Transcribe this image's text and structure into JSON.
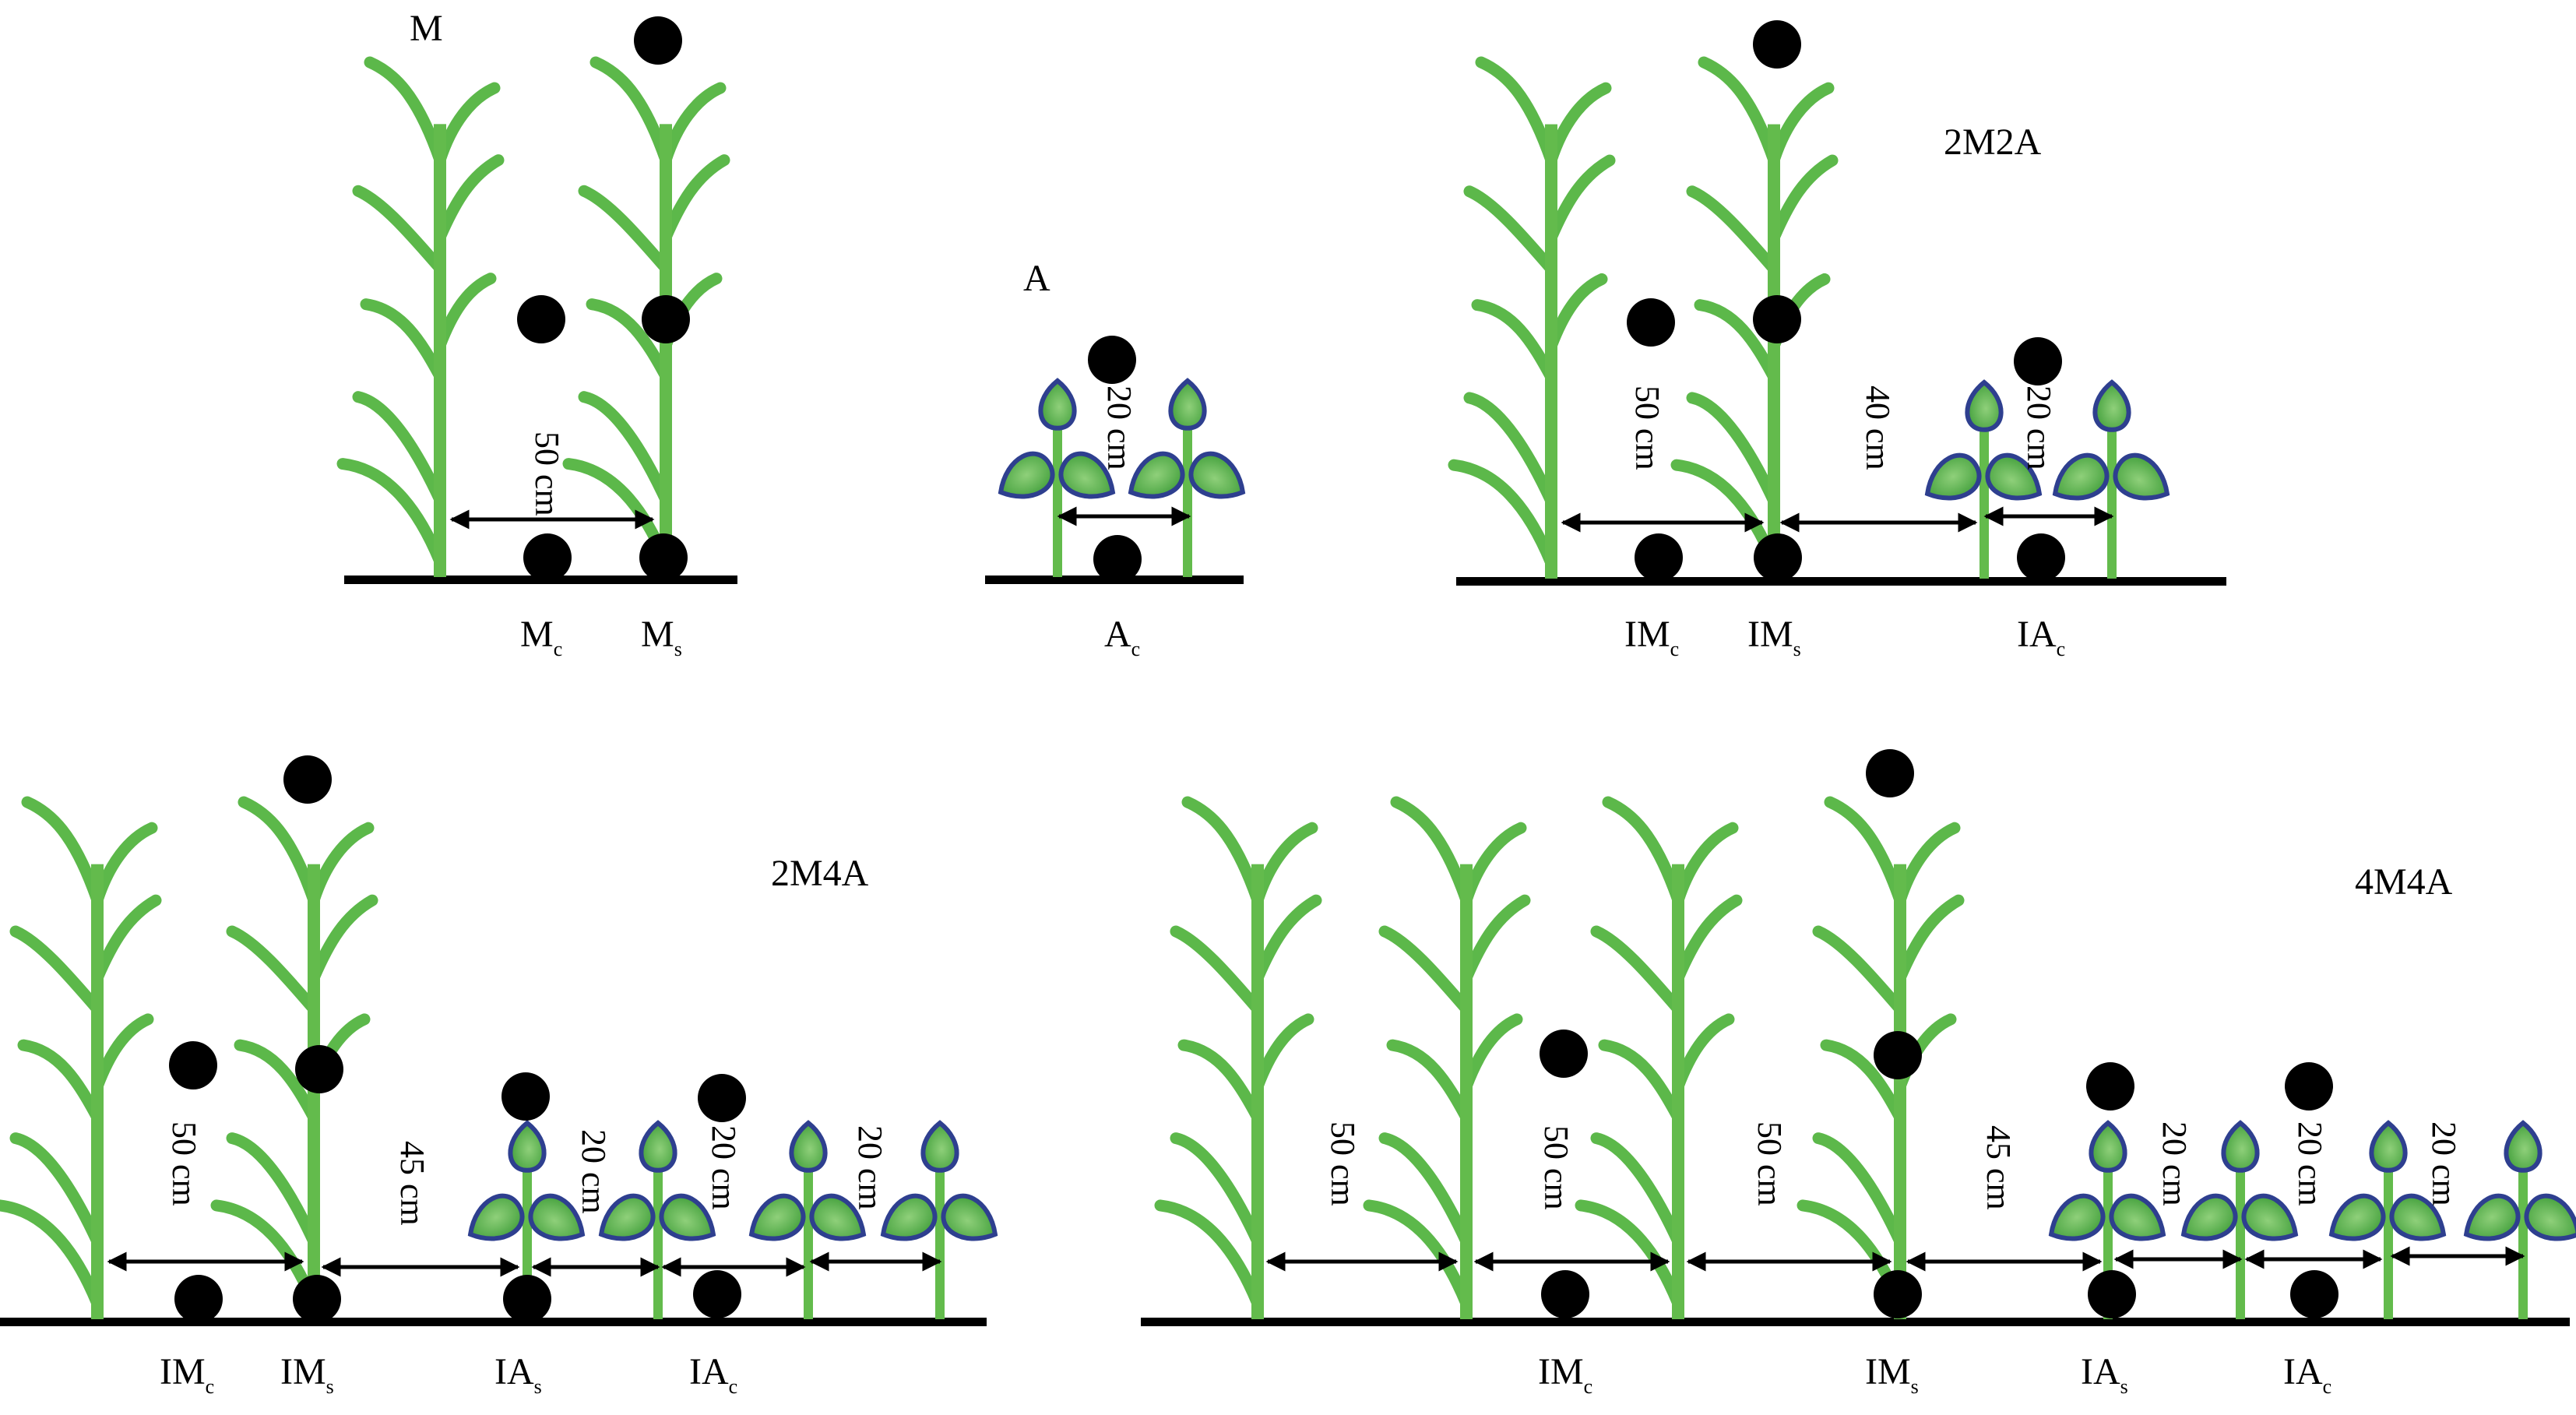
{
  "colors": {
    "maize_leaf": "#5cb84a",
    "maize_stem": "#63bb4c",
    "alfalfa_stem": "#63bb4c",
    "alfalfa_leaf_fill": "#3fa03a",
    "alfalfa_leaf_stroke": "#2e3f8f",
    "ground": "#000000",
    "sample_point": "#000000"
  },
  "icons": {
    "maize": "maize-plant-icon",
    "alfalfa": "alfalfa-plant-icon",
    "sampling_point": "sampling-point-dot",
    "distance_arrow": "double-headed-arrow"
  },
  "panels": {
    "M": {
      "title": "M",
      "distances": [
        "50 cm"
      ],
      "positions": [
        {
          "main": "M",
          "sub": "c"
        },
        {
          "main": "M",
          "sub": "s"
        }
      ]
    },
    "A": {
      "title": "A",
      "distances": [
        "20 cm"
      ],
      "positions": [
        {
          "main": "A",
          "sub": "c"
        }
      ]
    },
    "2M2A": {
      "title": "2M2A",
      "distances": [
        "50 cm",
        "40 cm",
        "20 cm"
      ],
      "positions": [
        {
          "main": "IM",
          "sub": "c"
        },
        {
          "main": "IM",
          "sub": "s"
        },
        {
          "main": "IA",
          "sub": "c"
        }
      ]
    },
    "2M4A": {
      "title": "2M4A",
      "distances": [
        "50 cm",
        "45 cm",
        "20 cm",
        "20 cm",
        "20 cm"
      ],
      "positions": [
        {
          "main": "IM",
          "sub": "c"
        },
        {
          "main": "IM",
          "sub": "s"
        },
        {
          "main": "IA",
          "sub": "s"
        },
        {
          "main": "IA",
          "sub": "c"
        }
      ]
    },
    "4M4A": {
      "title": "4M4A",
      "distances": [
        "50 cm",
        "50 cm",
        "50 cm",
        "45 cm",
        "20 cm",
        "20 cm",
        "20 cm"
      ],
      "positions": [
        {
          "main": "IM",
          "sub": "c"
        },
        {
          "main": "IM",
          "sub": "s"
        },
        {
          "main": "IA",
          "sub": "s"
        },
        {
          "main": "IA",
          "sub": "c"
        }
      ]
    }
  }
}
